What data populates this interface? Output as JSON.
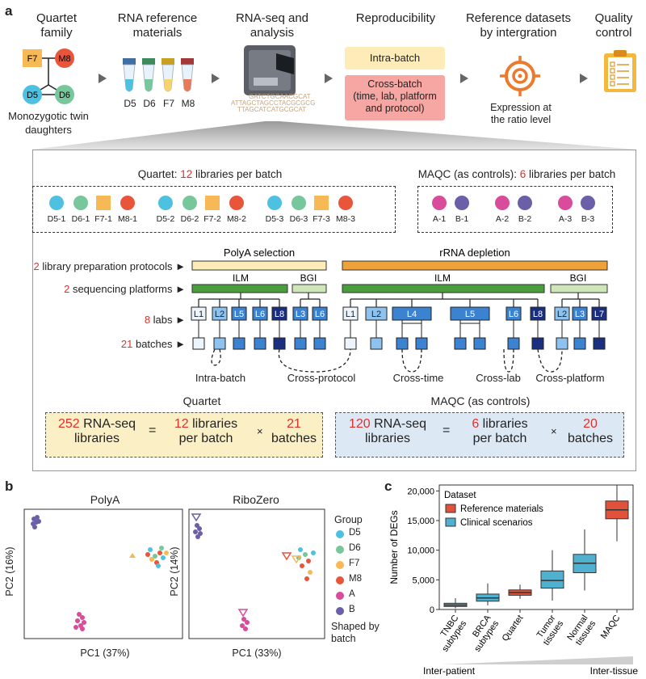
{
  "panels": {
    "a": "a",
    "b": "b",
    "c": "c"
  },
  "top_steps": [
    {
      "title": "Quartet\nfamily"
    },
    {
      "title": "RNA reference\nmaterials"
    },
    {
      "title": "RNA-seq and\nanalysis"
    },
    {
      "title": "Reproducibility"
    },
    {
      "title": "Reference datasets\nby intergration"
    },
    {
      "title": "Quality\ncontrol"
    }
  ],
  "family": {
    "members": [
      "F7",
      "M8",
      "D5",
      "D6"
    ],
    "caption": "Monozygotic twin\ndaughters"
  },
  "tubes": [
    "D5",
    "D6",
    "F7",
    "M8"
  ],
  "reproducibility": {
    "intra": "Intra-batch",
    "cross": "Cross-batch\n(time, lab, platform\nand protocol)"
  },
  "integration_caption": "Expression at\nthe ratio level",
  "colors": {
    "D5": "#4fc1e0",
    "D6": "#77c79a",
    "F7": "#f7b955",
    "M8": "#e8553a",
    "A": "#d94b9b",
    "B": "#6b5fa8"
  },
  "quartet_box": {
    "title_a": "Quartet: ",
    "title_n": "12",
    "title_b": " libraries per batch",
    "samples": [
      "D5-1",
      "D6-1",
      "F7-1",
      "M8-1",
      "D5-2",
      "D6-2",
      "F7-2",
      "M8-2",
      "D5-3",
      "D6-3",
      "F7-3",
      "M8-3"
    ]
  },
  "maqc_box": {
    "title_a": "MAQC (as controls): ",
    "title_n": "6",
    "title_b": " libraries per batch",
    "samples": [
      "A-1",
      "B-1",
      "A-2",
      "B-2",
      "A-3",
      "B-3"
    ]
  },
  "tiers": [
    {
      "n": "2",
      "text": " library preparation protocols"
    },
    {
      "n": "2",
      "text": " sequencing platforms"
    },
    {
      "n": "8",
      "text": " labs"
    },
    {
      "n": "21",
      "text": " batches"
    }
  ],
  "protocols": [
    "PolyA selection",
    "rRNA depletion"
  ],
  "platforms": [
    "ILM",
    "BGI",
    "ILM",
    "BGI"
  ],
  "labs": [
    "L1",
    "L2",
    "L5",
    "L6",
    "L8",
    "L3",
    "L6",
    "L1",
    "L2",
    "L4",
    "L5",
    "L6",
    "L8",
    "L2",
    "L3",
    "L7"
  ],
  "comparisons": [
    "Intra-batch",
    "Cross-protocol",
    "Cross-time",
    "Cross-lab",
    "Cross-platform"
  ],
  "quartet_total": {
    "heading": "Quartet",
    "total": "252",
    "total_lbl": " RNA-seq\nlibraries",
    "per": "12",
    "per_lbl": " libraries\nper batch",
    "batches": "21",
    "batches_lbl": "batches"
  },
  "maqc_total": {
    "heading": "MAQC (as controls)",
    "total": "120",
    "total_lbl": " RNA-seq\nlibraries",
    "per": "6",
    "per_lbl": " libraries\nper batch",
    "batches": "20",
    "batches_lbl": "batches"
  },
  "ops": {
    "eq": "=",
    "times": "×"
  },
  "pca": [
    {
      "title": "PolyA",
      "xlabel": "PC1 (37%)",
      "ylabel": "PC2 (16%)"
    },
    {
      "title": "RiboZero",
      "xlabel": "PC1 (33%)",
      "ylabel": "PC2 (14%)"
    }
  ],
  "pca_legend": {
    "title": "Group",
    "groups": [
      "D5",
      "D6",
      "F7",
      "M8",
      "A",
      "B"
    ],
    "footer": "Shaped by\nbatch"
  },
  "chart_data": {
    "type": "boxplot",
    "ylabel": "Number of DEGs",
    "ylim": [
      0,
      21000
    ],
    "yticks": [
      0,
      5000,
      10000,
      15000,
      20000
    ],
    "ytick_labels": [
      "0",
      "5,000",
      "10,000",
      "15,000",
      "20,000"
    ],
    "legend_title": "Dataset",
    "legend": [
      {
        "name": "Reference materials",
        "color": "#e0533a"
      },
      {
        "name": "Clinical scenarios",
        "color": "#4fb1cf"
      }
    ],
    "categories": [
      "TNBC\nsubtypes",
      "BRCA\nsubtypes",
      "Quartet",
      "Tumor\ntissues",
      "Normal\ntissues",
      "MAQC"
    ],
    "series_type": [
      "clinical",
      "clinical",
      "reference",
      "clinical",
      "clinical",
      "reference"
    ],
    "boxes": [
      {
        "min": 200,
        "q1": 500,
        "median": 750,
        "q3": 1050,
        "max": 1900
      },
      {
        "min": 700,
        "q1": 1400,
        "median": 1950,
        "q3": 2600,
        "max": 4400
      },
      {
        "min": 1800,
        "q1": 2400,
        "median": 2850,
        "q3": 3300,
        "max": 4200
      },
      {
        "min": 1500,
        "q1": 3600,
        "median": 4900,
        "q3": 6500,
        "max": 10000
      },
      {
        "min": 3200,
        "q1": 6200,
        "median": 7800,
        "q3": 9300,
        "max": 13500
      },
      {
        "min": 11500,
        "q1": 15300,
        "median": 16800,
        "q3": 18300,
        "max": 21000
      }
    ],
    "gradient_labels": [
      "Inter-patient",
      "Inter-tissue"
    ]
  }
}
